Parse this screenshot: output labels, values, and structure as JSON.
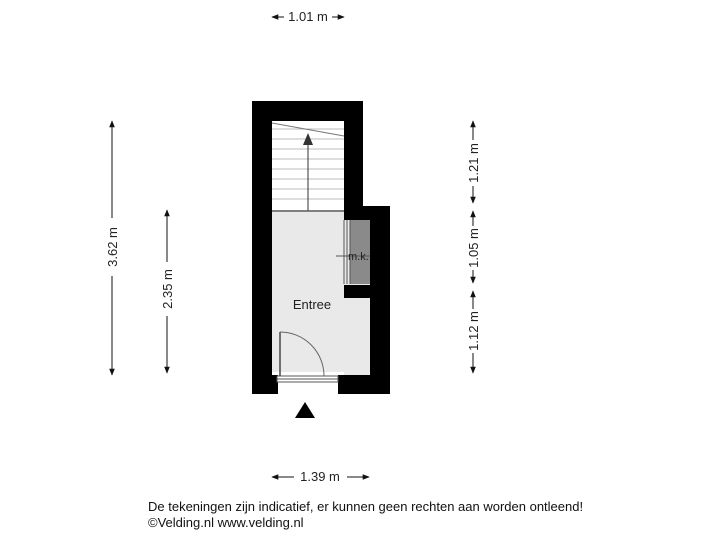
{
  "dimensions": {
    "top_width": "1.01 m",
    "bottom_width": "1.39 m",
    "left_total": "3.62 m",
    "left_partial": "2.35 m",
    "right_top": "1.21 m",
    "right_middle": "1.05 m",
    "right_bottom": "1.12 m"
  },
  "rooms": {
    "entree": "Entree",
    "meter_cupboard": "m.k."
  },
  "footer": {
    "disclaimer": "De tekeningen zijn indicatief, er kunnen geen rechten aan worden ontleend!",
    "copyright": "©Velding.nl www.velding.nl"
  },
  "colors": {
    "wall": "#000000",
    "floor": "#e9e9e9",
    "cupboard": "#8a8a8a",
    "dimension_line": "#111111"
  },
  "icons": {
    "entrance": "entrance-arrow-icon",
    "stairs": "stairs-up-arrow-icon"
  }
}
